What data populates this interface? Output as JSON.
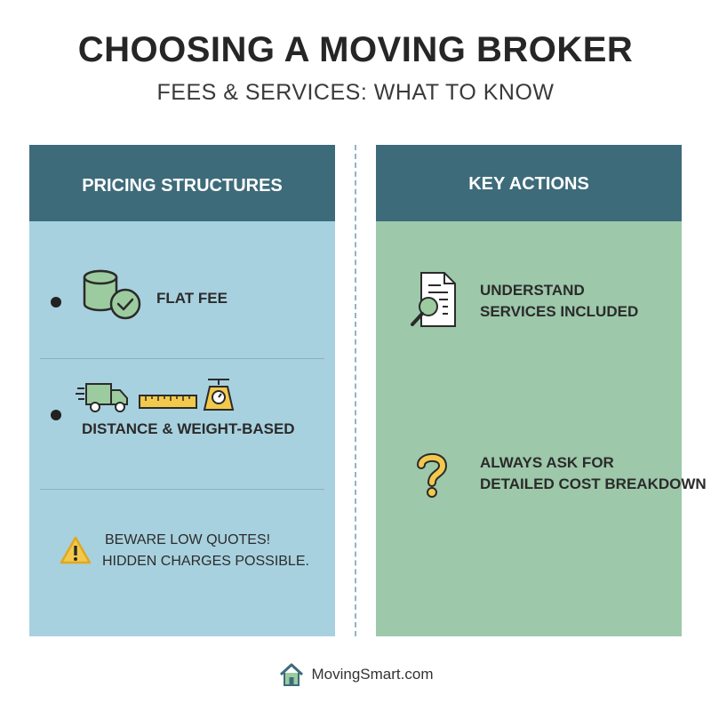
{
  "header": {
    "title": "CHOOSING A MOVING BROKER",
    "subtitle": "FEES & SERVICES: WHAT TO KNOW"
  },
  "pricing": {
    "heading": "PRICING STRUCTURES",
    "items": [
      {
        "label": "FLAT FEE",
        "icon": "coin-stack-check-icon"
      },
      {
        "label": "DISTANCE & WEIGHT-BASED",
        "icons": [
          "moving-truck-icon",
          "ruler-icon",
          "scale-icon"
        ]
      }
    ],
    "warning": {
      "icon": "warning-icon",
      "line1": "BEWARE LOW QUOTES!",
      "line2": "HIDDEN CHARGES POSSIBLE."
    }
  },
  "actions": {
    "heading": "KEY ACTIONS",
    "items": [
      {
        "line1": "UNDERSTAND",
        "line2": "SERVICES INCLUDED",
        "icon": "document-search-icon"
      },
      {
        "line1": "ALWAYS ASK FOR",
        "line2": "DETAILED COST BREAKDOWN",
        "icon": "question-mark-icon"
      }
    ]
  },
  "footer": {
    "brand": "MovingSmart.com",
    "icon": "house-icon"
  },
  "colors": {
    "left_panel": "#a8d1df",
    "right_panel": "#9dc8aa",
    "header_bar": "#3d6b7a",
    "icon_green": "#9ccb9f",
    "icon_yellow": "#f2c94c"
  }
}
